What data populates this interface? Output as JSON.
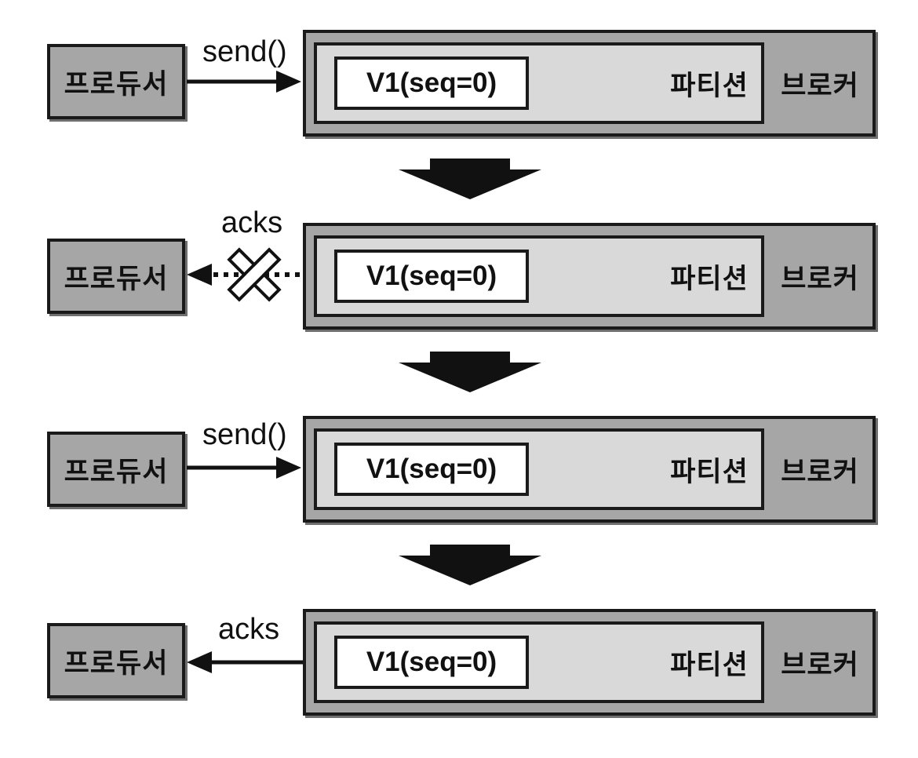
{
  "stages": [
    {
      "producer_label": "프로듀서",
      "arrow_label": "send()",
      "arrow_direction": "to-broker",
      "arrow_style": "solid",
      "failed": false,
      "record_label": "V1(seq=0)",
      "partition_label": "파티션",
      "broker_label": "브로커"
    },
    {
      "producer_label": "프로듀서",
      "arrow_label": "acks",
      "arrow_direction": "to-producer",
      "arrow_style": "dotted",
      "failed": true,
      "record_label": "V1(seq=0)",
      "partition_label": "파티션",
      "broker_label": "브로커"
    },
    {
      "producer_label": "프로듀서",
      "arrow_label": "send()",
      "arrow_direction": "to-broker",
      "arrow_style": "solid",
      "failed": false,
      "record_label": "V1(seq=0)",
      "partition_label": "파티션",
      "broker_label": "브로커"
    },
    {
      "producer_label": "프로듀서",
      "arrow_label": "acks",
      "arrow_direction": "to-producer",
      "arrow_style": "solid",
      "failed": false,
      "record_label": "V1(seq=0)",
      "partition_label": "파티션",
      "broker_label": "브로커"
    }
  ],
  "colors": {
    "box_fill": "#a6a6a6",
    "partition_fill": "#d9d9d9",
    "record_fill": "#ffffff",
    "stroke": "#1a1a1a"
  }
}
